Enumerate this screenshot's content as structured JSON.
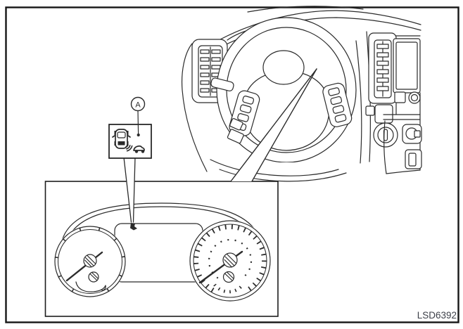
{
  "figure": {
    "callout": {
      "label": "A"
    },
    "figure_code": "LSD6392",
    "colors": {
      "line": "#2b2b2b",
      "background": "#ffffff",
      "label_text": "#3d4049"
    },
    "icons": {
      "bsw_warning_icon": "car-with-radar-waves-and-approaching-vehicle",
      "cluster_indicator_icon": "blind-spot-warning-lamp"
    }
  }
}
